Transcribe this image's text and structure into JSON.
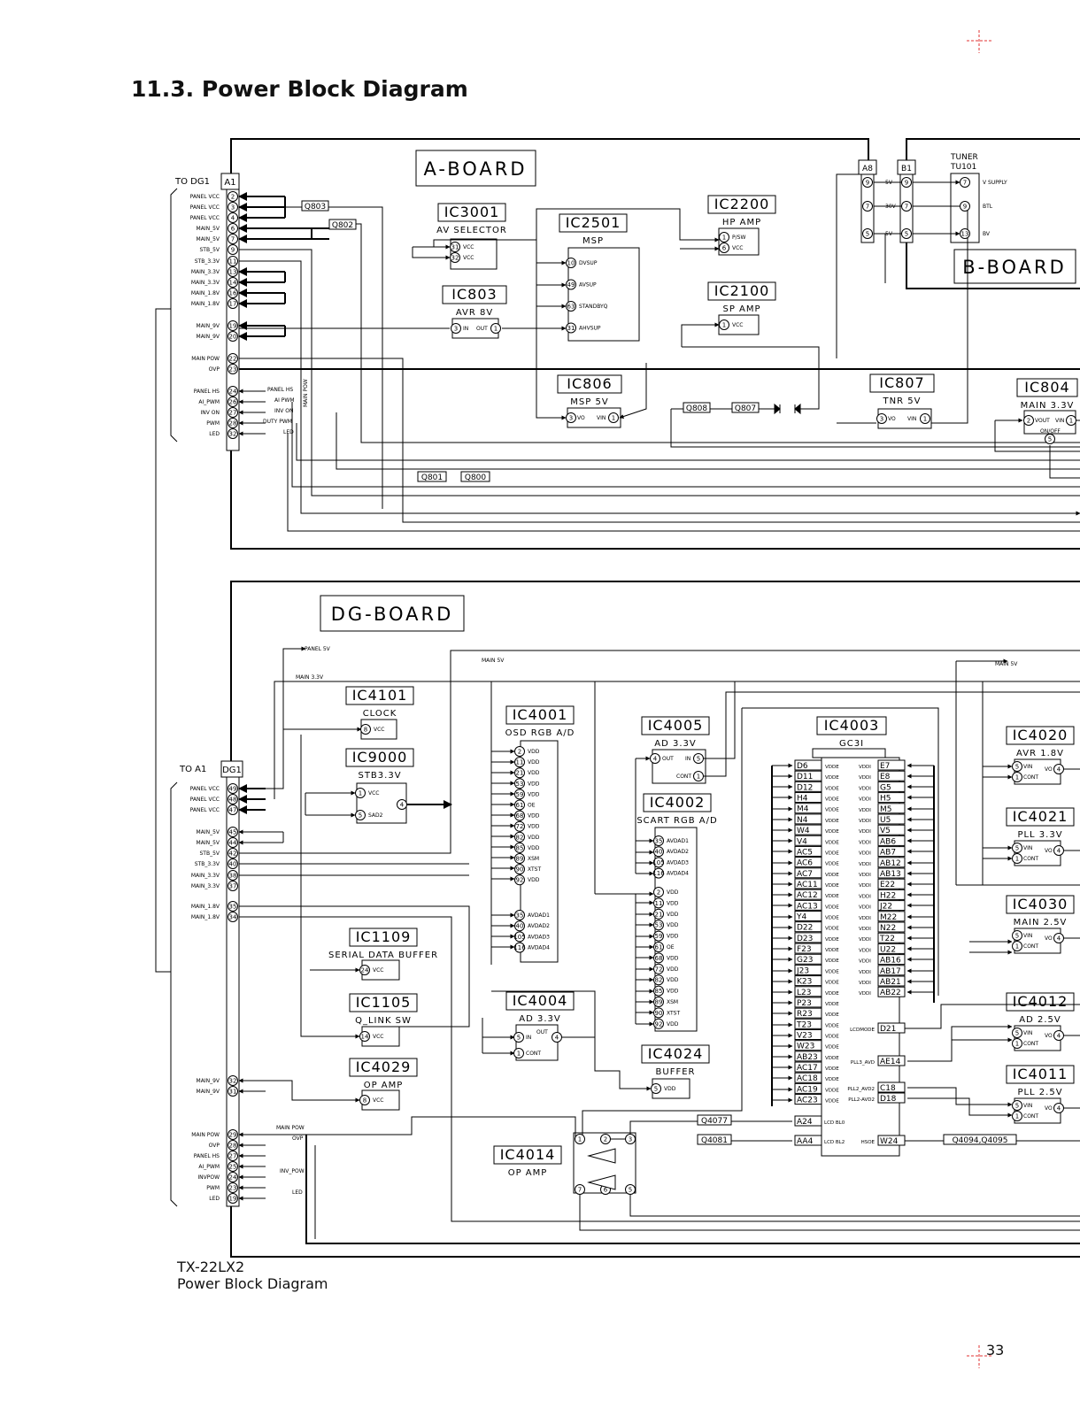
{
  "title": "11.3.   Power Block Diagram",
  "footer": {
    "model": "TX-22LX2",
    "caption": "Power Block Diagram"
  },
  "page_number": "33",
  "boards": {
    "a": "A-BOARD",
    "b": "B-BOARD",
    "dg": "DG-BOARD"
  },
  "labels": {
    "to_dg1": "TO DG1",
    "to_a1": "TO A1",
    "tuner": "TUNER",
    "tu101": "TU101",
    "main5v_top": "MAIN 5V",
    "main5v_right": "MAIN 5V",
    "main33_top": "MAIN 3.3V",
    "panel5v": "PANEL 5V"
  },
  "connectors": {
    "a1": "A1",
    "a8": "A8",
    "b1": "B1",
    "dg1": "DG1"
  },
  "a1_pins": [
    {
      "name": "PANEL VCC",
      "num": "2"
    },
    {
      "name": "PANEL VCC",
      "num": "3"
    },
    {
      "name": "PANEL VCC",
      "num": "4"
    },
    {
      "name": "MAIN_5V",
      "num": "6"
    },
    {
      "name": "MAIN_5V",
      "num": "7"
    },
    {
      "name": "STB_5V",
      "num": "9"
    },
    {
      "name": "STB_3.3V",
      "num": "11"
    },
    {
      "name": "MAIN_3.3V",
      "num": "13"
    },
    {
      "name": "MAIN_3.3V",
      "num": "14"
    },
    {
      "name": "MAIN_1.8V",
      "num": "16"
    },
    {
      "name": "MAIN_1.8V",
      "num": "17"
    },
    {
      "name": "MAIN_9V",
      "num": "19"
    },
    {
      "name": "MAIN_9V",
      "num": "20"
    },
    {
      "name": "MAIN POW",
      "num": "22"
    },
    {
      "name": "OVP",
      "num": "23"
    },
    {
      "name": "PANEL HS",
      "num": "24"
    },
    {
      "name": "AI_PWM",
      "num": "26"
    },
    {
      "name": "INV ON",
      "num": "27"
    },
    {
      "name": "PWM",
      "num": "28"
    },
    {
      "name": "LED",
      "num": "32"
    }
  ],
  "a1_signal_labels": [
    "PANEL HS",
    "AI PWM",
    "INV ON",
    "DUTY PWM",
    "LED",
    "MAIN POW"
  ],
  "dg1_pins": [
    {
      "name": "PANEL VCC",
      "num": "49"
    },
    {
      "name": "PANEL VCC",
      "num": "48"
    },
    {
      "name": "PANEL VCC",
      "num": "47"
    },
    {
      "name": "MAIN_5V",
      "num": "45"
    },
    {
      "name": "MAIN_5V",
      "num": "44"
    },
    {
      "name": "STB_5V",
      "num": "42"
    },
    {
      "name": "STB_3.3V",
      "num": "40"
    },
    {
      "name": "MAIN_3.3V",
      "num": "38"
    },
    {
      "name": "MAIN_3.3V",
      "num": "37"
    },
    {
      "name": "MAIN_1.8V",
      "num": "35"
    },
    {
      "name": "MAIN_1.8V",
      "num": "34"
    },
    {
      "name": "MAIN_9V",
      "num": "32"
    },
    {
      "name": "MAIN_9V",
      "num": "31"
    },
    {
      "name": "MAIN POW",
      "num": "29"
    },
    {
      "name": "OVP",
      "num": "28"
    },
    {
      "name": "PANEL HS",
      "num": "27"
    },
    {
      "name": "AI_PWM",
      "num": "25"
    },
    {
      "name": "INVPOW",
      "num": "24"
    },
    {
      "name": "PWM",
      "num": "23"
    },
    {
      "name": "LED",
      "num": "19"
    }
  ],
  "dg1_signal_labels": [
    "MAIN POW",
    "OVP",
    "INV_POW",
    "LED"
  ],
  "transistors": [
    "Q803",
    "Q802",
    "Q801",
    "Q800",
    "Q808",
    "Q807",
    "Q4077",
    "Q4081",
    "Q4094,Q4095"
  ],
  "a8": {
    "pins": [
      "9",
      "7",
      "5"
    ],
    "volts": [
      "5V",
      "30V",
      "5V"
    ]
  },
  "b1": {
    "pins": [
      "9",
      "7",
      "5"
    ]
  },
  "tuner_pins": [
    {
      "num": "7",
      "name": "V SUPPLY"
    },
    {
      "num": "9",
      "name": "BTL"
    },
    {
      "num": "13",
      "name": "BV"
    }
  ],
  "a_ics": {
    "ic3001": {
      "name": "IC3001",
      "sub": "AV SELECTOR",
      "pins": [
        {
          "num": "31",
          "name": "VCC"
        },
        {
          "num": "32",
          "name": "VCC"
        }
      ]
    },
    "ic803": {
      "name": "IC803",
      "sub": "AVR 8V",
      "pins": [
        {
          "num": "3",
          "name": "IN"
        },
        {
          "num": "1",
          "name": "OUT"
        }
      ]
    },
    "ic2501": {
      "name": "IC2501",
      "sub": "MSP",
      "pins": [
        {
          "num": "10",
          "name": "DVSUP"
        },
        {
          "num": "49",
          "name": "AVSUP"
        },
        {
          "num": "63",
          "name": "STANDBYQ"
        },
        {
          "num": "31",
          "name": "AHVSUP"
        }
      ]
    },
    "ic2200": {
      "name": "IC2200",
      "sub": "HP AMP",
      "pins": [
        {
          "num": "1",
          "name": "P/SW"
        },
        {
          "num": "6",
          "name": "VCC"
        }
      ]
    },
    "ic2100": {
      "name": "IC2100",
      "sub": "SP AMP",
      "pins": [
        {
          "num": "1",
          "name": "VCC"
        }
      ]
    },
    "ic806": {
      "name": "IC806",
      "sub": "MSP 5V",
      "pins": [
        {
          "num": "3",
          "name": "VO"
        },
        {
          "num": "1",
          "name": "VIN"
        }
      ]
    },
    "ic807": {
      "name": "IC807",
      "sub": "TNR 5V",
      "pins": [
        {
          "num": "3",
          "name": "VO"
        },
        {
          "num": "1",
          "name": "VIN"
        }
      ]
    },
    "ic804": {
      "name": "IC804",
      "sub": "MAIN 3.3V",
      "pins": [
        {
          "num": "2",
          "name": "VOUT"
        },
        {
          "num": "1",
          "name": "VIN"
        },
        {
          "num": "5",
          "name": "ON/OFF"
        }
      ]
    }
  },
  "dg_ics": {
    "ic4101": {
      "name": "IC4101",
      "sub": "CLOCK",
      "pins": [
        {
          "num": "8",
          "name": "VCC"
        }
      ]
    },
    "ic9000": {
      "name": "IC9000",
      "sub": "STB3.3V",
      "pins": [
        {
          "num": "1",
          "name": "VCC"
        },
        {
          "num": "5",
          "name": "SAD2"
        },
        {
          "num": "4",
          "name": ""
        }
      ]
    },
    "ic1109": {
      "name": "IC1109",
      "sub": "SERIAL DATA BUFFER",
      "pins": [
        {
          "num": "24",
          "name": "VCC"
        }
      ]
    },
    "ic1105": {
      "name": "IC1105",
      "sub": "Q_LINK SW",
      "pins": [
        {
          "num": "14",
          "name": "VCC"
        }
      ]
    },
    "ic4029": {
      "name": "IC4029",
      "sub": "OP AMP",
      "pins": [
        {
          "num": "8",
          "name": "VCC"
        }
      ]
    },
    "ic4001": {
      "name": "IC4001",
      "sub": "OSD RGB A/D",
      "pins": [
        {
          "num": "2",
          "name": "VDD"
        },
        {
          "num": "11",
          "name": "VDD"
        },
        {
          "num": "21",
          "name": "VDD"
        },
        {
          "num": "53",
          "name": "VDD"
        },
        {
          "num": "59",
          "name": "VDD"
        },
        {
          "num": "61",
          "name": "OE"
        },
        {
          "num": "68",
          "name": "VDD"
        },
        {
          "num": "72",
          "name": "VDD"
        },
        {
          "num": "82",
          "name": "VDD"
        },
        {
          "num": "85",
          "name": "VDD"
        },
        {
          "num": "89",
          "name": "XSM"
        },
        {
          "num": "90",
          "name": "XTST"
        },
        {
          "num": "92",
          "name": "VDD"
        }
      ],
      "pins2": [
        {
          "num": "35",
          "name": "AVDAD1"
        },
        {
          "num": "40",
          "name": "AVDAD2"
        },
        {
          "num": "105",
          "name": "AVDAD3"
        },
        {
          "num": "116",
          "name": "AVDAD4"
        }
      ]
    },
    "ic4005": {
      "name": "IC4005",
      "sub": "AD 3.3V",
      "pins": [
        {
          "num": "4",
          "name": "OUT"
        },
        {
          "num": "5",
          "name": "IN"
        },
        {
          "num": "1",
          "name": "CONT"
        }
      ]
    },
    "ic4002": {
      "name": "IC4002",
      "sub": "SCART RGB A/D",
      "pins": [
        {
          "num": "35",
          "name": "AVDAD1"
        },
        {
          "num": "40",
          "name": "AVDAD2"
        },
        {
          "num": "105",
          "name": "AVDAD3"
        },
        {
          "num": "116",
          "name": "AVDAD4"
        }
      ],
      "pins2": [
        {
          "num": "2",
          "name": "VDD"
        },
        {
          "num": "11",
          "name": "VDD"
        },
        {
          "num": "21",
          "name": "VDD"
        },
        {
          "num": "53",
          "name": "VDD"
        },
        {
          "num": "59",
          "name": "VDD"
        },
        {
          "num": "61",
          "name": "OE"
        },
        {
          "num": "68",
          "name": "VDD"
        },
        {
          "num": "72",
          "name": "VDD"
        },
        {
          "num": "82",
          "name": "VDD"
        },
        {
          "num": "85",
          "name": "VDD"
        },
        {
          "num": "89",
          "name": "XSM"
        },
        {
          "num": "90",
          "name": "XTST"
        },
        {
          "num": "92",
          "name": "VDD"
        }
      ]
    },
    "ic4004": {
      "name": "IC4004",
      "sub": "AD 3.3V",
      "pins": [
        {
          "num": "5",
          "name": "IN"
        },
        {
          "num": "4",
          "name": "OUT"
        },
        {
          "num": "1",
          "name": "CONT"
        }
      ]
    },
    "ic4024": {
      "name": "IC4024",
      "sub": "BUFFER",
      "pins": [
        {
          "num": "5",
          "name": "VDD"
        }
      ]
    },
    "ic4014": {
      "name": "IC4014",
      "sub": "OP AMP",
      "pins": [
        {
          "num": "1"
        },
        {
          "num": "2"
        },
        {
          "num": "3"
        },
        {
          "num": "7"
        },
        {
          "num": "6"
        },
        {
          "num": "5"
        }
      ]
    },
    "ic4003": {
      "name": "IC4003",
      "sub": "GC3I",
      "left": [
        "D6",
        "D11",
        "D12",
        "H4",
        "M4",
        "N4",
        "W4",
        "V4",
        "AC5",
        "AC6",
        "AC7",
        "AC11",
        "AC12",
        "AC13",
        "Y4",
        "D22",
        "D23",
        "F23",
        "G23",
        "J23",
        "K23",
        "L23",
        "P23",
        "R23",
        "T23",
        "V23",
        "W23",
        "AB23",
        "AC17",
        "AC18",
        "AC19",
        "AC23"
      ],
      "left_sig": "VDDE",
      "right": [
        "E7",
        "E8",
        "G5",
        "H5",
        "M5",
        "U5",
        "V5",
        "AB6",
        "AB7",
        "AB12",
        "AB13",
        "E22",
        "H22",
        "J22",
        "M22",
        "N22",
        "T22",
        "U22",
        "AB16",
        "AB17",
        "AB21",
        "AB22"
      ],
      "right_sig": "VDDI",
      "extra_left": [
        {
          "pin": "A24",
          "sig": "LCD BL0"
        },
        {
          "pin": "AA4",
          "sig": "LCD BL2"
        }
      ],
      "extra_right": [
        {
          "pin": "D21",
          "sig": "LCDMODE"
        },
        {
          "pin": "AE14",
          "sig": "PLL3_AVD"
        },
        {
          "pin": "C18",
          "sig": "PLL2_AVD2"
        },
        {
          "pin": "D18",
          "sig": "PLL2-AVD2"
        },
        {
          "pin": "W24",
          "sig": "HSOE"
        }
      ]
    },
    "ic4020": {
      "name": "IC4020",
      "sub": "AVR 1.8V",
      "pins": [
        {
          "num": "5",
          "name": "VIN"
        },
        {
          "num": "4",
          "name": "VO"
        },
        {
          "num": "1",
          "name": "CONT"
        }
      ]
    },
    "ic4021": {
      "name": "IC4021",
      "sub": "PLL 3.3V",
      "pins": [
        {
          "num": "5",
          "name": "VIN"
        },
        {
          "num": "4",
          "name": "VO"
        },
        {
          "num": "1",
          "name": "CONT"
        }
      ]
    },
    "ic4030": {
      "name": "IC4030",
      "sub": "MAIN 2.5V",
      "pins": [
        {
          "num": "5",
          "name": "VIN"
        },
        {
          "num": "4",
          "name": "VO"
        },
        {
          "num": "1",
          "name": "CONT"
        }
      ]
    },
    "ic4012": {
      "name": "IC4012",
      "sub": "AD 2.5V",
      "pins": [
        {
          "num": "5",
          "name": "VIN"
        },
        {
          "num": "4",
          "name": "VO"
        },
        {
          "num": "1",
          "name": "CONT"
        }
      ]
    },
    "ic4011": {
      "name": "IC4011",
      "sub": "PLL 2.5V",
      "pins": [
        {
          "num": "5",
          "name": "VIN"
        },
        {
          "num": "4",
          "name": "VO"
        },
        {
          "num": "1",
          "name": "CONT"
        }
      ]
    }
  }
}
